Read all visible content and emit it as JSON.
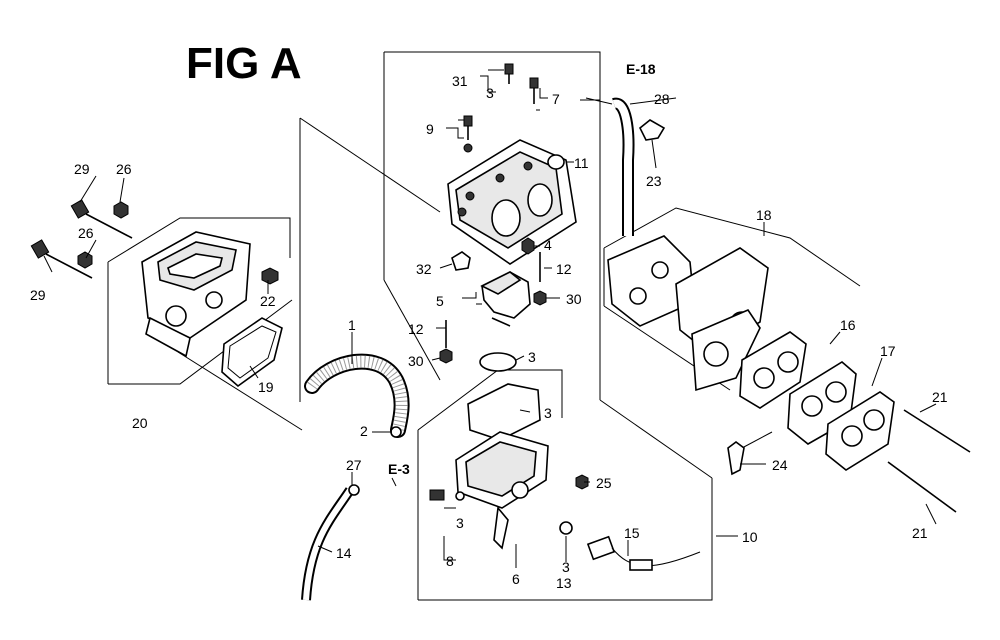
{
  "title": "FIG A",
  "references": {
    "e18": "E-18",
    "e3": "E-3"
  },
  "callouts": {
    "c1": "1",
    "c2": "2",
    "c3a": "3",
    "c3b": "3",
    "c3c": "3",
    "c3d": "3",
    "c3e": "3",
    "c4": "4",
    "c5": "5",
    "c6": "6",
    "c7": "7",
    "c8": "8",
    "c9": "9",
    "c10": "10",
    "c11": "11",
    "c12a": "12",
    "c12b": "12",
    "c13": "13",
    "c14": "14",
    "c15": "15",
    "c16": "16",
    "c17": "17",
    "c18": "18",
    "c19": "19",
    "c20": "20",
    "c21a": "21",
    "c21b": "21",
    "c22": "22",
    "c23": "23",
    "c24": "24",
    "c25": "25",
    "c26a": "26",
    "c26b": "26",
    "c27": "27",
    "c28": "28",
    "c29a": "29",
    "c29b": "29",
    "c30a": "30",
    "c30b": "30",
    "c31": "31",
    "c32": "32"
  }
}
